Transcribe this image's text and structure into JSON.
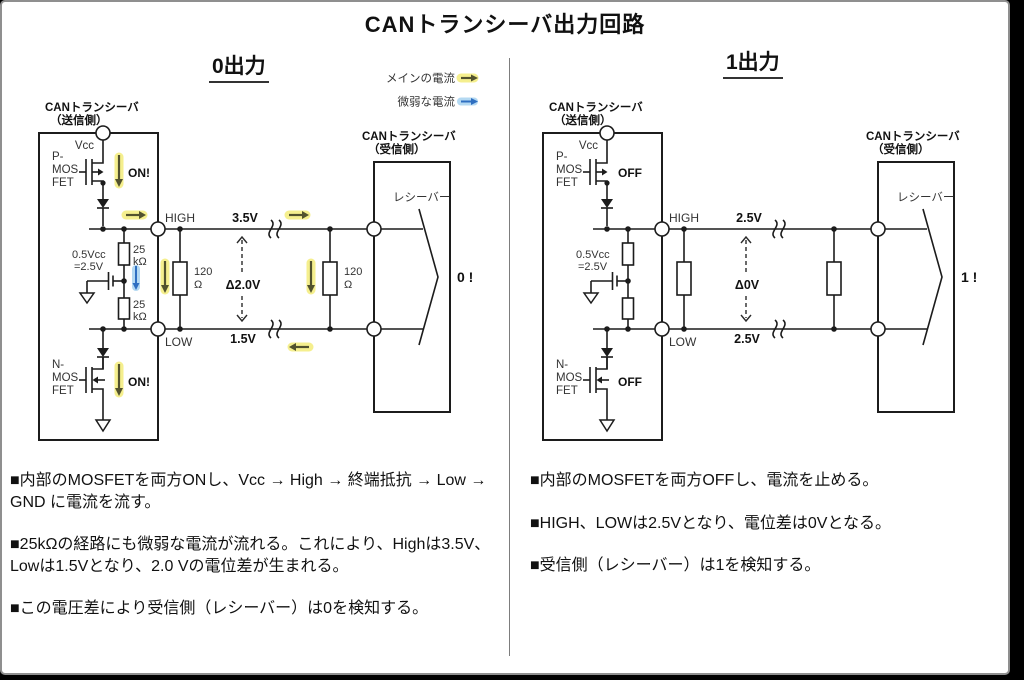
{
  "title": "CANトランシーバ出力回路",
  "legend": {
    "main_current": "メインの電流",
    "weak_current": "微弱な電流",
    "colors": {
      "main_halo": "#f5ef8e",
      "main_arrow": "#52522e",
      "weak_halo": "#b4d9f2",
      "weak_arrow": "#2f6fc1"
    }
  },
  "left": {
    "heading": "0出力",
    "sender": {
      "title_line1": "CANトランシーバ",
      "title_line2": "（送信側）",
      "vcc_label": "Vcc",
      "pmos_label": [
        "P-",
        "MOS",
        "FET"
      ],
      "pmos_state": "ON!",
      "nmos_label": [
        "N-",
        "MOS",
        "FET"
      ],
      "nmos_state": "ON!",
      "ref_label": [
        "0.5Vcc",
        "=2.5V"
      ],
      "upper_resistor": [
        "25",
        "kΩ"
      ],
      "lower_resistor": [
        "25",
        "kΩ"
      ]
    },
    "bus": {
      "high_label": "HIGH",
      "low_label": "LOW",
      "high_voltage": "3.5V",
      "low_voltage": "1.5V",
      "delta_voltage": "Δ2.0V",
      "sender_termination": [
        "120",
        "Ω"
      ],
      "receiver_termination": [
        "120",
        "Ω"
      ]
    },
    "receiver": {
      "title_line1": "CANトランシーバ",
      "title_line2": "（受信側）",
      "amp_label": "レシーバー",
      "output": "0 !"
    },
    "notes": [
      "■内部のMOSFETを両方ONし、Vcc → High → 終端抵抗 → Low → GND に電流を流す。",
      "■25kΩの経路にも微弱な電流が流れる。これにより、Highは3.5V、Lowは1.5Vとなり、2.0 Vの電位差が生まれる。",
      "■この電圧差により受信側（レシーバー）は0を検知する。"
    ]
  },
  "right": {
    "heading": "1出力",
    "sender": {
      "title_line1": "CANトランシーバ",
      "title_line2": "（送信側）",
      "vcc_label": "Vcc",
      "pmos_label": [
        "P-",
        "MOS",
        "FET"
      ],
      "pmos_state": "OFF",
      "nmos_label": [
        "N-",
        "MOS",
        "FET"
      ],
      "nmos_state": "OFF",
      "ref_label": [
        "0.5Vcc",
        "=2.5V"
      ]
    },
    "bus": {
      "high_label": "HIGH",
      "low_label": "LOW",
      "high_voltage": "2.5V",
      "low_voltage": "2.5V",
      "delta_voltage": "Δ0V"
    },
    "receiver": {
      "title_line1": "CANトランシーバ",
      "title_line2": "（受信側）",
      "amp_label": "レシーバー",
      "output": "1 !"
    },
    "notes": [
      "■内部のMOSFETを両方OFFし、電流を止める。",
      "■HIGH、LOWは2.5Vとなり、電位差は0Vとなる。",
      "■受信側（レシーバー）は1を検知する。"
    ]
  }
}
